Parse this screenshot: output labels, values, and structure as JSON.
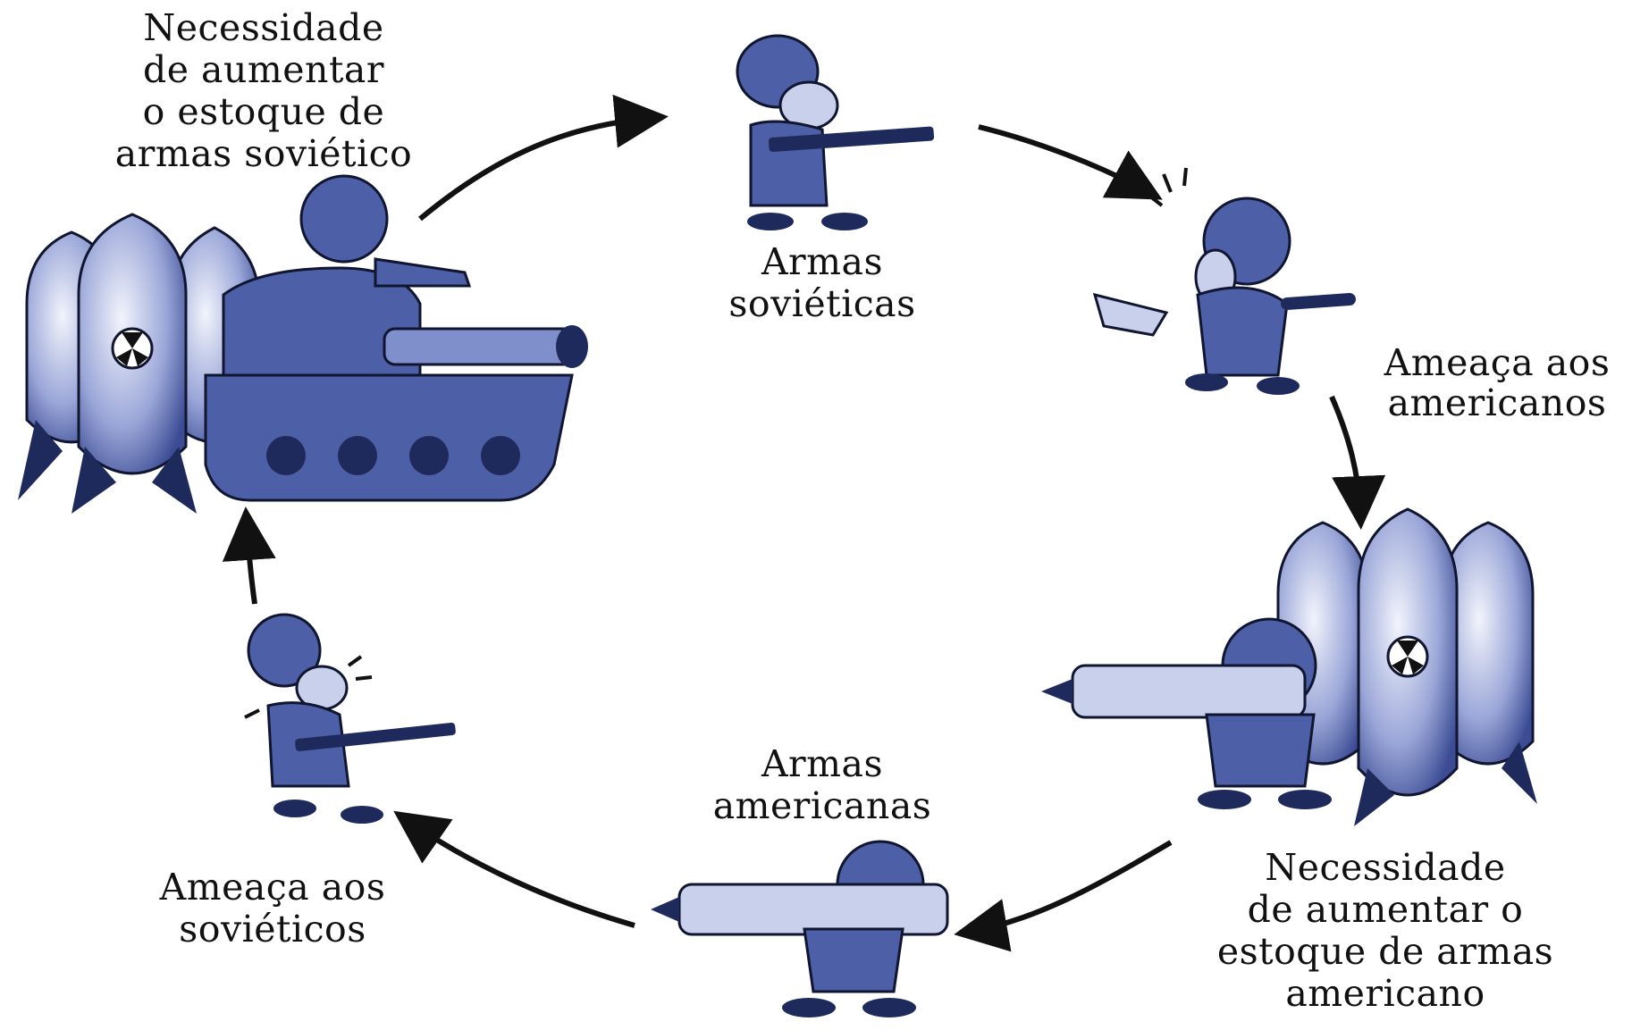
{
  "diagram": {
    "nodes": [
      {
        "id": "nec-sov",
        "lines": [
          "Necessidade",
          "de aumentar",
          "o estoque de",
          "armas soviético"
        ]
      },
      {
        "id": "armas-sov",
        "lines": [
          "Armas",
          "soviéticas"
        ]
      },
      {
        "id": "ameaca-am",
        "lines": [
          "Ameaça aos",
          "americanos"
        ]
      },
      {
        "id": "nec-am",
        "lines": [
          "Necessidade",
          "de aumentar o",
          "estoque de armas",
          "americano"
        ]
      },
      {
        "id": "armas-am",
        "lines": [
          "Armas",
          "americanas"
        ]
      },
      {
        "id": "ameaca-sov",
        "lines": [
          "Ameaça aos",
          "soviéticos"
        ]
      }
    ],
    "edges": [
      {
        "from": "nec-sov",
        "to": "armas-sov"
      },
      {
        "from": "armas-sov",
        "to": "ameaca-am"
      },
      {
        "from": "ameaca-am",
        "to": "nec-am"
      },
      {
        "from": "nec-am",
        "to": "armas-am"
      },
      {
        "from": "armas-am",
        "to": "ameaca-sov"
      },
      {
        "from": "ameaca-sov",
        "to": "nec-sov"
      }
    ],
    "colors": {
      "figure_blue": "#4d5fa6",
      "figure_dark": "#1f2a5c",
      "figure_light": "#c8d0ec",
      "arrow": "#111111"
    }
  }
}
